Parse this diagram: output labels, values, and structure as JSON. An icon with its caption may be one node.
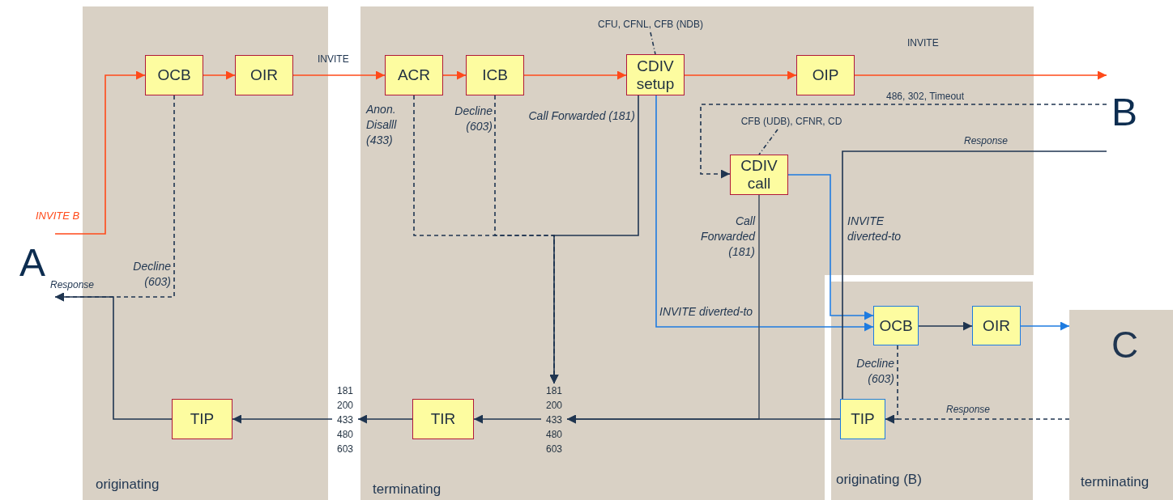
{
  "diagram": {
    "nodes": [
      {
        "text": [
          "originating"
        ]
      },
      {
        "text": [
          "OCB"
        ],
        "in": 0
      },
      {
        "text": [
          "OIR"
        ],
        "in": 0
      },
      {
        "text": [
          "TIP"
        ],
        "in": 0
      },
      {
        "text": [
          "terminating"
        ]
      },
      {
        "text": [
          "ACR"
        ],
        "in": 4
      },
      {
        "text": [
          "ICB"
        ],
        "in": 4
      },
      {
        "text": [
          "CDIV setup"
        ],
        "in": 4
      },
      {
        "text": [
          "OIP"
        ],
        "in": 4
      },
      {
        "text": [
          "CDIV call"
        ],
        "in": 4
      },
      {
        "text": [
          "TIR"
        ],
        "in": 4
      },
      {
        "text": [
          "CFU, CFNL, CFB (NDB)"
        ],
        "in": 4
      },
      {
        "text": [
          "CFB (UDB), CFNR, CD"
        ],
        "in": 4
      },
      {
        "text": [
          "181 200 433 480 603"
        ]
      },
      {
        "text": [
          "181 200 433 480 603"
        ],
        "in": 4
      },
      {
        "text": [
          "originating (B)"
        ]
      },
      {
        "text": [
          "OCB"
        ],
        "in": 15
      },
      {
        "text": [
          "OIR"
        ],
        "in": 15
      },
      {
        "text": [
          "TIP"
        ],
        "in": 15
      },
      {
        "text": [
          "C",
          "terminating"
        ]
      },
      {
        "text": [
          "A"
        ]
      },
      {
        "text": [
          "B"
        ]
      }
    ],
    "edges": [
      {
        "from": 20,
        "to": 1,
        "arrow": "to",
        "label": "INVITE  B",
        "color": "#ff4a1a"
      },
      {
        "from": 1,
        "to": 2,
        "arrow": "to",
        "color": "#ff4a1a"
      },
      {
        "from": 2,
        "to": 5,
        "arrow": "to",
        "label": "INVITE",
        "color": "#ff4a1a"
      },
      {
        "from": 5,
        "to": 6,
        "arrow": "to",
        "color": "#ff4a1a"
      },
      {
        "from": 6,
        "to": 7,
        "arrow": "to",
        "color": "#ff4a1a"
      },
      {
        "from": 7,
        "to": 8,
        "arrow": "to",
        "color": "#ff4a1a"
      },
      {
        "from": 8,
        "to": 21,
        "arrow": "to",
        "label": "INVITE",
        "color": "#ff4a1a"
      },
      {
        "from": 1,
        "to": 20,
        "arrow": "to",
        "label": "Decline (603)",
        "style": "dashed"
      },
      {
        "from": 3,
        "to": 20,
        "arrow": "to",
        "label": "Response"
      },
      {
        "from": 13,
        "to": 3,
        "arrow": "to"
      },
      {
        "from": 10,
        "to": 13,
        "arrow": "to"
      },
      {
        "from": 14,
        "to": 10,
        "arrow": "to"
      },
      {
        "from": 5,
        "to": 14,
        "arrow": "to",
        "label": "Anon. Disalll (433)",
        "style": "dashed"
      },
      {
        "from": 6,
        "to": 14,
        "arrow": "to",
        "label": "Decline (603)",
        "style": "dashed"
      },
      {
        "from": 7,
        "to": 14,
        "arrow": "to",
        "label": "Call Forwarded (181)"
      },
      {
        "from": 7,
        "to": 16,
        "arrow": "to",
        "label": "INVITE diverted-to",
        "color": "#1e7be0"
      },
      {
        "from": 9,
        "to": 16,
        "arrow": "to",
        "label": "INVITE diverted-to",
        "color": "#1e7be0"
      },
      {
        "from": 9,
        "to": 14,
        "arrow": "to",
        "label": "Call Forwarded (181)",
        "color": "#4a5563"
      },
      {
        "from": 21,
        "to": 9,
        "arrow": "to",
        "label": "486, 302, Timeout",
        "style": "dashed"
      },
      {
        "from": 21,
        "to": 18,
        "arrow": "none",
        "label": "Response"
      },
      {
        "from": 18,
        "to": 14,
        "arrow": "to"
      },
      {
        "from": 16,
        "to": 17,
        "arrow": "to"
      },
      {
        "from": 17,
        "to": 19,
        "arrow": "to",
        "color": "#1e7be0"
      },
      {
        "from": 16,
        "to": 18,
        "arrow": "to",
        "label": "Decline (603)",
        "style": "dashed"
      },
      {
        "from": 19,
        "to": 18,
        "arrow": "to",
        "label": "Response",
        "style": "dashed"
      },
      {
        "from": 11,
        "to": 7,
        "arrow": "none",
        "style": "dashed"
      },
      {
        "from": 12,
        "to": 9,
        "arrow": "none",
        "style": "dashed"
      }
    ]
  }
}
